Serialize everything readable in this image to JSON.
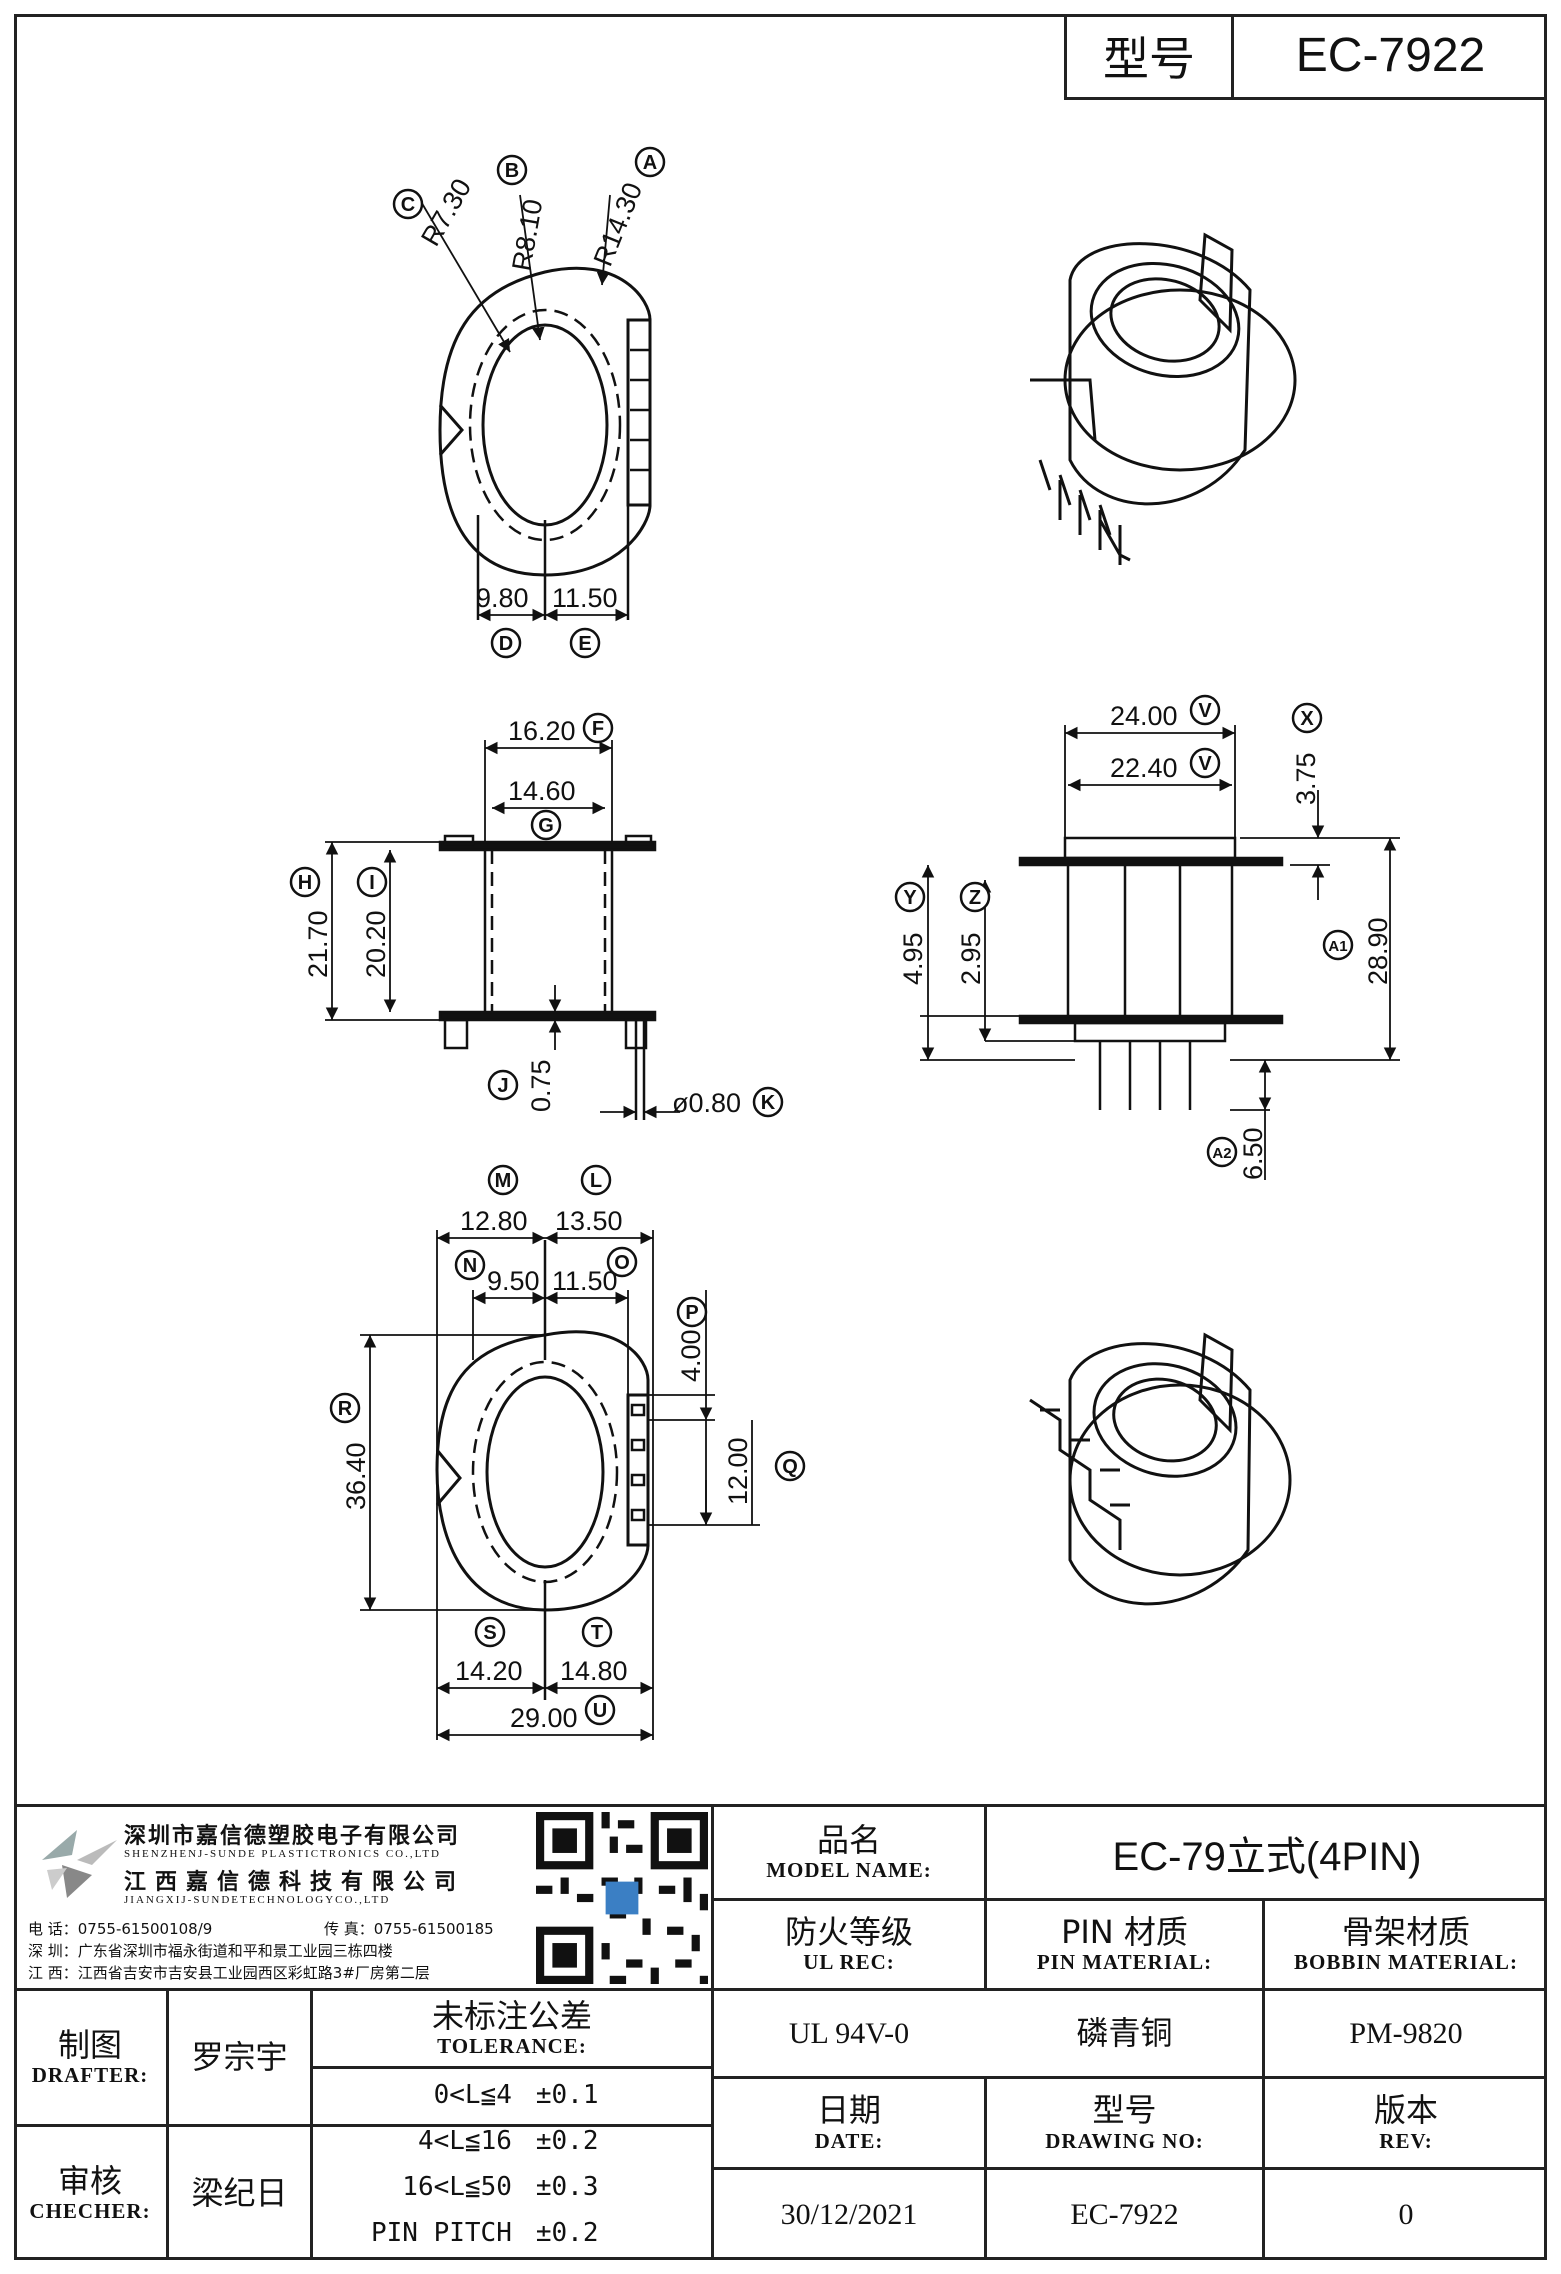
{
  "header": {
    "label": "型号",
    "value": "EC-7922"
  },
  "dimensions": {
    "top_view": {
      "radii": [
        {
          "circle": "C",
          "text": "R7.30"
        },
        {
          "circle": "B",
          "text": "R8.10"
        },
        {
          "circle": "A",
          "text": "R14.30"
        }
      ],
      "bottom": [
        {
          "circle": "D",
          "text": "9.80"
        },
        {
          "circle": "E",
          "text": "11.50"
        }
      ]
    },
    "side_view": {
      "F": "16.20",
      "G": "14.60",
      "H": "21.70",
      "I": "20.20",
      "J": "0.75",
      "K": "ø0.80",
      "labels": {
        "F": "F",
        "G": "G",
        "H": "H",
        "I": "I",
        "J": "J",
        "K": "K"
      }
    },
    "front_view": {
      "V1": "24.00",
      "V2": "22.40",
      "X": "3.75",
      "Y": "4.95",
      "Z": "2.95",
      "A1": "28.90",
      "A2": "6.50",
      "labels": {
        "V1": "V",
        "V2": "V",
        "X": "X",
        "Y": "Y",
        "Z": "Z",
        "A1": "A1",
        "A2": "A2"
      }
    },
    "bottom_view": {
      "M": "12.80",
      "L": "13.50",
      "N": "9.50",
      "O": "11.50",
      "P": "4.00",
      "Q": "12.00",
      "R": "36.40",
      "S": "14.20",
      "T": "14.80",
      "U": "29.00",
      "labels": {
        "M": "M",
        "L": "L",
        "N": "N",
        "O": "O",
        "P": "P",
        "Q": "Q",
        "R": "R",
        "S": "S",
        "T": "T",
        "U": "U"
      }
    }
  },
  "company": {
    "name_cn_1": "深圳市嘉信德塑胶电子有限公司",
    "name_en_1": "SHENZHENJ-SUNDE PLASTICTRONICS CO.,LTD",
    "name_cn_2": "江西嘉信德科技有限公司",
    "name_en_2": "JIANGXIJ-SUNDETECHNOLOGYCO.,LTD",
    "phone": "电 话：0755-61500108/9",
    "fax": "传 真：0755-61500185",
    "addr_sz": "深 圳：广东省深圳市福永街道和平和景工业园三栋四楼",
    "addr_jx": "江 西：江西省吉安市吉安县工业园西区彩虹路3#厂房第二层"
  },
  "title_block": {
    "model_name": {
      "cn": "品名",
      "en": "MODEL NAME:",
      "value": "EC-79立式(4PIN)"
    },
    "ul_rec": {
      "cn": "防火等级",
      "en": "UL REC:",
      "value": "UL 94V-0"
    },
    "pin_material": {
      "cn": "PIN 材质",
      "en": "PIN MATERIAL:",
      "value": "磷青铜"
    },
    "bobbin_material": {
      "cn": "骨架材质",
      "en": "BOBBIN MATERIAL:",
      "value": "PM-9820"
    },
    "date": {
      "cn": "日期",
      "en": "DATE:",
      "value": "30/12/2021"
    },
    "drawing_no": {
      "cn": "型号",
      "en": "DRAWING NO:",
      "value": "EC-7922"
    },
    "rev": {
      "cn": "版本",
      "en": "REV:",
      "value": "0"
    },
    "drafter": {
      "cn": "制图",
      "en": "DRAFTER:",
      "value": "罗宗宇"
    },
    "checker": {
      "cn": "审核",
      "en": "CHECHER:",
      "value": "梁纪日"
    },
    "tolerance": {
      "cn": "未标注公差",
      "en": "TOLERANCE:",
      "rows": [
        {
          "range": "0<L≦4",
          "tol": "±0.1"
        },
        {
          "range": "4<L≦16",
          "tol": "±0.2"
        },
        {
          "range": "16<L≦50",
          "tol": "±0.3"
        },
        {
          "range": "PIN PITCH",
          "tol": "±0.2"
        }
      ]
    }
  }
}
